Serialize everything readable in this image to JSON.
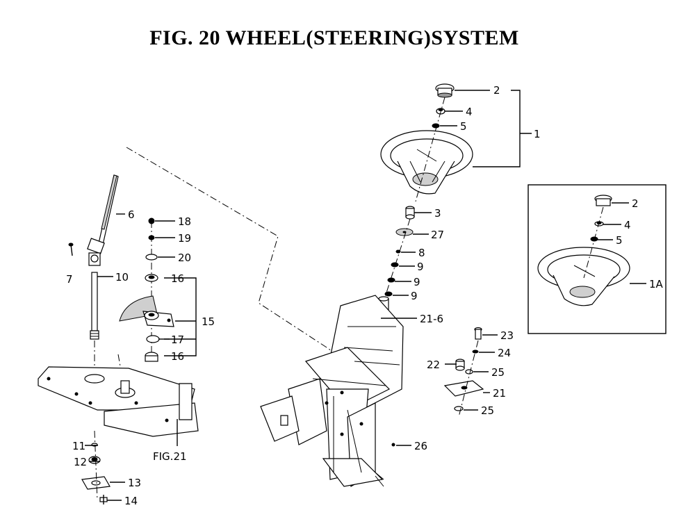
{
  "title": "FIG. 20  WHEEL(STEERING)SYSTEM",
  "callouts": {
    "c1": "1",
    "c1A": "1A",
    "c2": "2",
    "c2b": "2",
    "c3": "3",
    "c4": "4",
    "c4b": "4",
    "c5": "5",
    "c5b": "5",
    "c6": "6",
    "c7": "7",
    "c8": "8",
    "c9a": "9",
    "c9b": "9",
    "c9c": "9",
    "c10": "10",
    "c11": "11",
    "c12": "12",
    "c13": "13",
    "c14": "14",
    "c15": "15",
    "c16a": "16",
    "c16b": "16",
    "c17": "17",
    "c18": "18",
    "c19": "19",
    "c20": "20",
    "c21": "21",
    "c21_6": "21-6",
    "c22": "22",
    "c23": "23",
    "c24": "24",
    "c25a": "25",
    "c25b": "25",
    "c26": "26",
    "c27": "27",
    "fig21": "FIG.21"
  }
}
